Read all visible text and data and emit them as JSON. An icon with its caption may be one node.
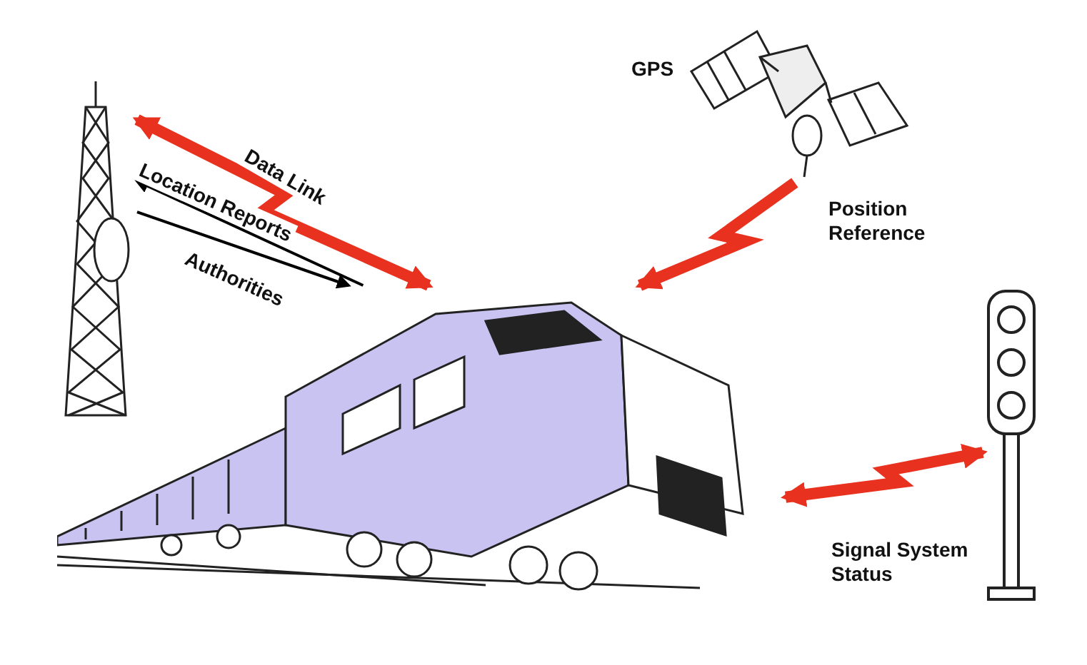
{
  "diagram": {
    "nodes": [
      {
        "text": [],
        "shape": "picture"
      },
      {
        "text": [
          "GPS"
        ]
      },
      {
        "text": [],
        "shape": "picture"
      },
      {
        "text": [],
        "shape": "picture"
      }
    ],
    "edges": [
      {
        "from": 0,
        "to": 2,
        "arrow": "both",
        "label": "Data Link"
      },
      {
        "from": 0,
        "to": 2,
        "arrow": "to",
        "label": "Authorities",
        "color": "#000000"
      },
      {
        "from": 2,
        "to": 0,
        "arrow": "to",
        "label": "Location Reports",
        "color": "#000000"
      },
      {
        "from": 1,
        "to": 2,
        "arrow": "to",
        "label": "Position Reference"
      },
      {
        "from": 2,
        "to": 3,
        "arrow": "both",
        "label": "Signal System Status"
      }
    ]
  }
}
